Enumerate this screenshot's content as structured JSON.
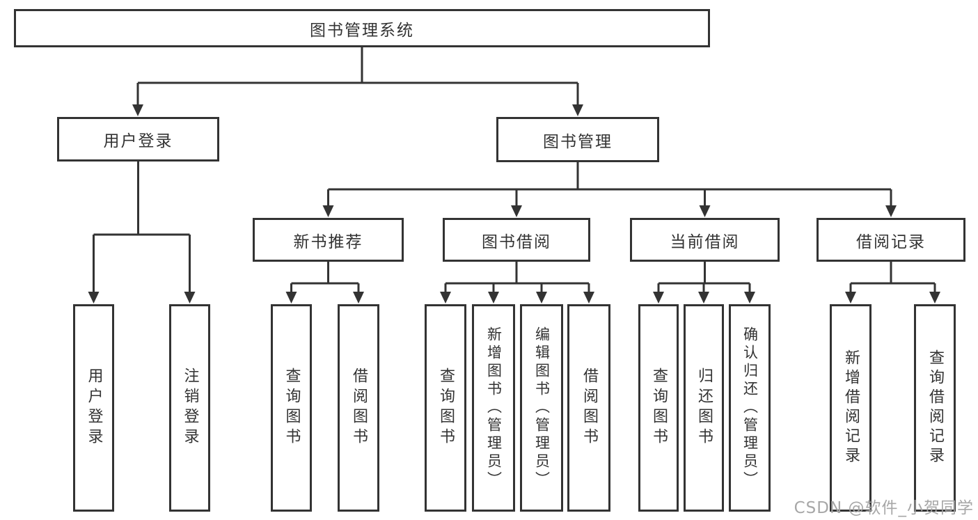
{
  "page": {
    "watermark": "CSDN @软件_小贺同学"
  },
  "colors": {
    "background": "#ffffff",
    "line": "#333333",
    "box_border": "#333333",
    "text": "#333333",
    "watermark": "#a3a3a3"
  },
  "tree": {
    "root": {
      "label": "图书管理系统"
    },
    "branches": [
      {
        "label": "用户登录",
        "children": [
          {
            "label": "用户登录"
          },
          {
            "label": "注销登录"
          }
        ]
      },
      {
        "label": "图书管理",
        "children": [
          {
            "label": "新书推荐",
            "children": [
              {
                "label": "查询图书"
              },
              {
                "label": "借阅图书"
              }
            ]
          },
          {
            "label": "图书借阅",
            "children": [
              {
                "label": "查询图书"
              },
              {
                "label": "新增图书（管理员）"
              },
              {
                "label": "编辑图书（管理员）"
              },
              {
                "label": "借阅图书"
              }
            ]
          },
          {
            "label": "当前借阅",
            "children": [
              {
                "label": "查询图书"
              },
              {
                "label": "归还图书"
              },
              {
                "label": "确认归还（管理员）"
              }
            ]
          },
          {
            "label": "借阅记录",
            "children": [
              {
                "label": "新增借阅记录"
              },
              {
                "label": "查询借阅记录"
              }
            ]
          }
        ]
      }
    ]
  }
}
